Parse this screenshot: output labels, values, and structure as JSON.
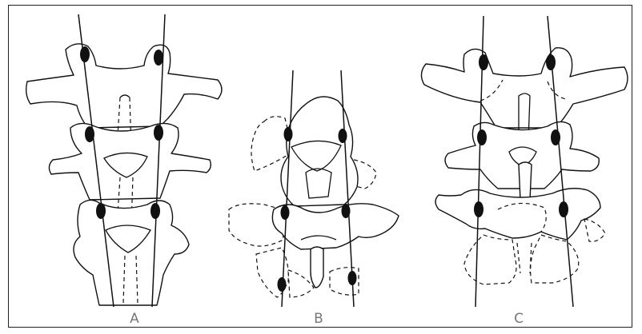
{
  "panels": [
    {
      "id": "a",
      "label": "A"
    },
    {
      "id": "b",
      "label": "B"
    },
    {
      "id": "c",
      "label": "C"
    }
  ],
  "colors": {
    "line": "#111111",
    "label": "#777777",
    "marker": "#111111"
  }
}
